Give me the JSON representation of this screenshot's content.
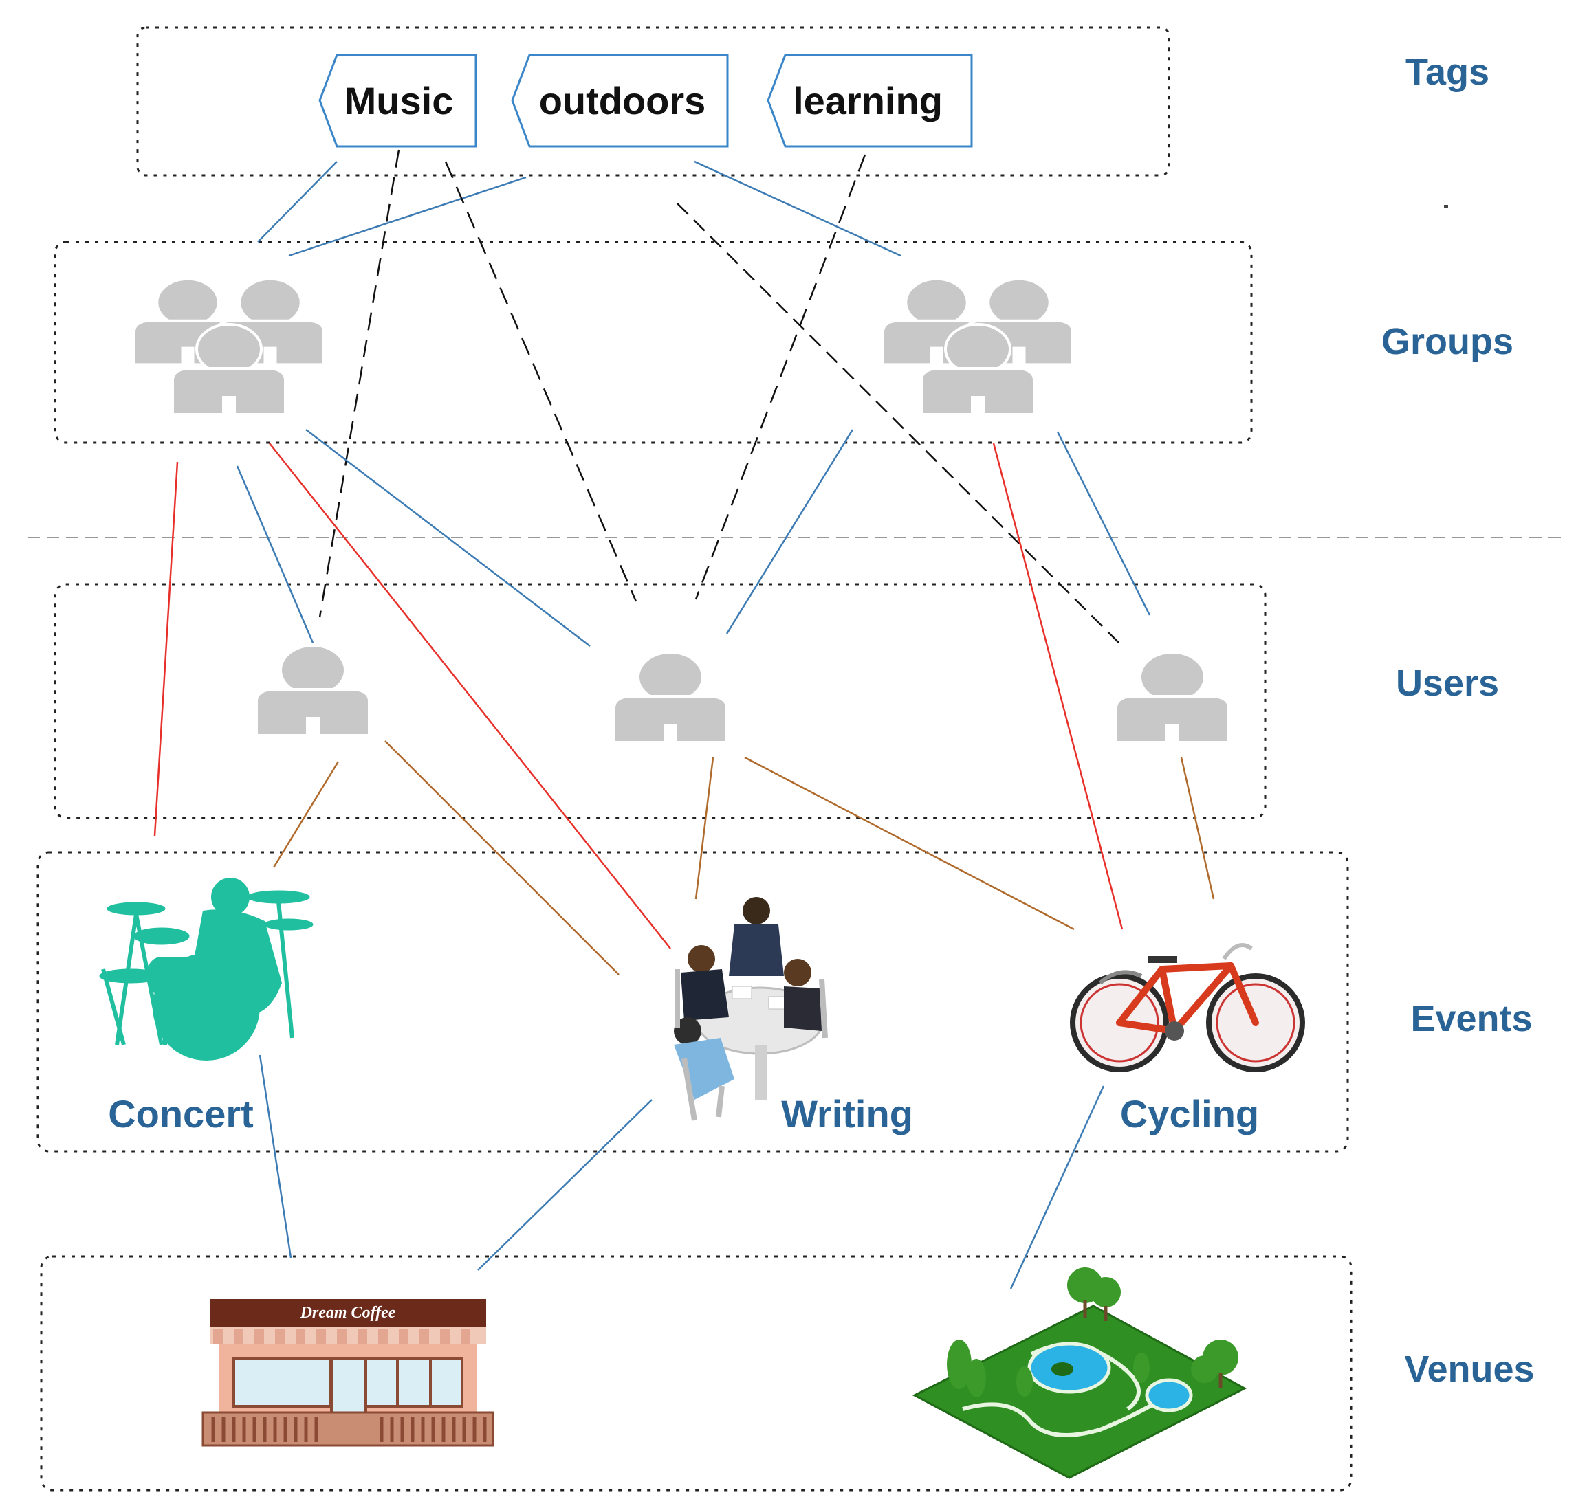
{
  "layers": {
    "tags": "Tags",
    "groups": "Groups",
    "users": "Users",
    "events": "Events",
    "venues": "Venues"
  },
  "tags": [
    "Music",
    "outdoors",
    "learning"
  ],
  "events": [
    "Concert",
    "Writing",
    "Cycling"
  ],
  "venue_sign": "Dream Coffee",
  "colors": {
    "label_blue": "#2a6496",
    "tag_border": "#3a86c8",
    "edge_blue": "#3c7bb4",
    "edge_red": "#e8302a",
    "edge_brown": "#b06a2c",
    "edge_black": "#111111",
    "icon_gray": "#c8c8c8",
    "concert_teal": "#20bf9f",
    "bike_red": "#d83a1e",
    "park_green": "#2f8f22",
    "cafe_brown": "#6b2a1a",
    "cafe_pink": "#e3a690"
  }
}
